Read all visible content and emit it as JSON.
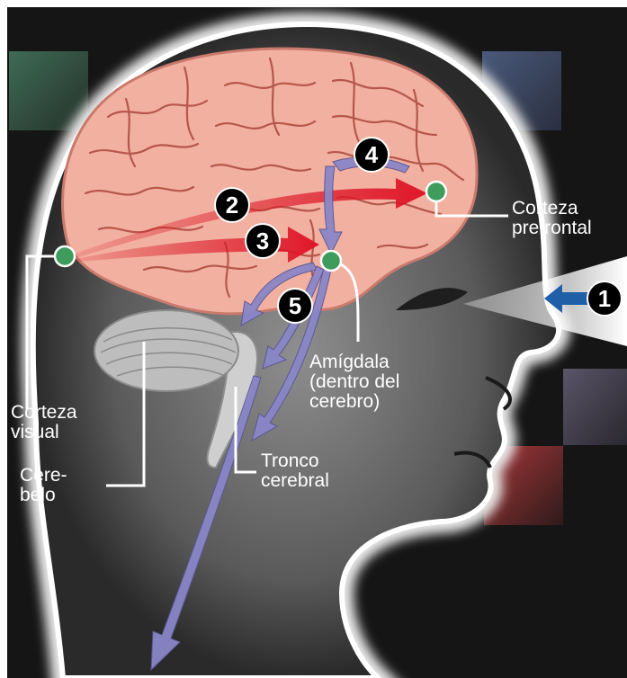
{
  "labels": {
    "corteza_prefrontal": [
      "Corteza",
      "prefrontal"
    ],
    "amigdala": [
      "Amígdala",
      "(dentro del",
      "cerebro)"
    ],
    "corteza_visual": [
      "Corteza",
      "visual"
    ],
    "cerebelo": [
      "Cere-",
      "belo"
    ],
    "tronco_cerebral": [
      "Tronco",
      "cerebral"
    ]
  },
  "steps": [
    "1",
    "2",
    "3",
    "4",
    "5"
  ],
  "colors": {
    "background": "#151515",
    "brain": "#f2b0a0",
    "brain_folds": "#b5574b",
    "pathway_red": "#d81e2a",
    "pathway_blue": "#8a86c8",
    "node": "#3e9c5c",
    "head_glow": "#d9d9d9",
    "signal_arrow": "#1f5fa8"
  },
  "icons": [
    "step-marker-icon",
    "node-dot-icon"
  ]
}
